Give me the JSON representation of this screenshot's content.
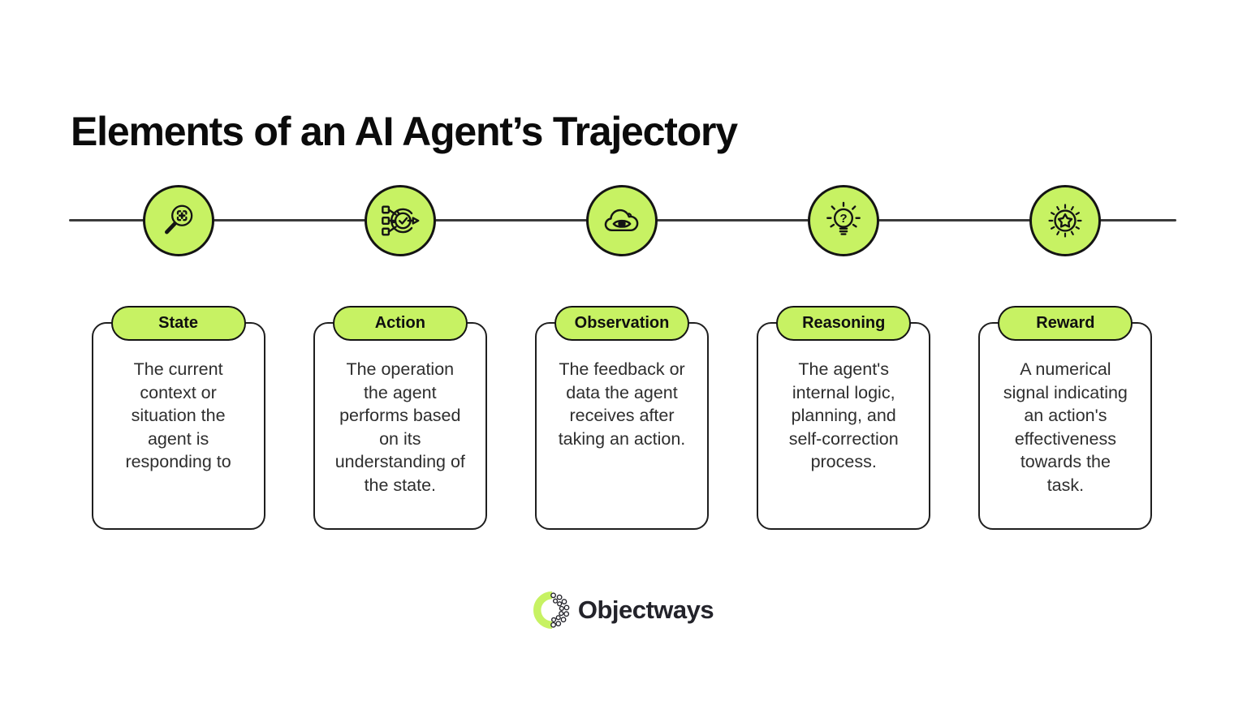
{
  "page": {
    "title": "Elements of an AI Agent’s Trajectory",
    "background": "#ffffff"
  },
  "colors": {
    "accent_green": "#c7f263",
    "outline_black": "#141414",
    "timeline_gray": "#3b3b3b",
    "body_text": "#2e2e2e"
  },
  "timeline": {
    "items": [
      {
        "id": "state",
        "icon": "magnifier-focus-icon",
        "label": "State",
        "description": "The current context or situation the agent is responding to"
      },
      {
        "id": "action",
        "icon": "process-check-arrow-icon",
        "label": "Action",
        "description": "The operation the agent performs based on its understanding of the state."
      },
      {
        "id": "observation",
        "icon": "cloud-eye-icon",
        "label": "Observation",
        "description": "The feedback or data the agent receives after taking an action."
      },
      {
        "id": "reasoning",
        "icon": "lightbulb-question-icon",
        "label": "Reasoning",
        "description": "The agent's internal logic, planning, and self-correction process."
      },
      {
        "id": "reward",
        "icon": "star-burst-icon",
        "label": "Reward",
        "description": "A numerical signal indicating an action's effectiveness towards the task."
      }
    ]
  },
  "footer": {
    "brand": "Objectways"
  }
}
